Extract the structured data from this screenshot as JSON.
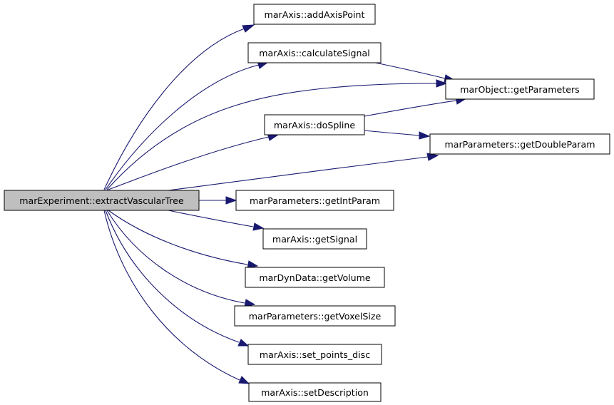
{
  "colors": {
    "edge": "#191970",
    "root_fill": "#bfbfbf",
    "node_fill": "#ffffff",
    "border": "#000000"
  },
  "nodes": {
    "root": "marExperiment::extractVascularTree",
    "addAxisPoint": "marAxis::addAxisPoint",
    "calculateSignal": "marAxis::calculateSignal",
    "getParameters": "marObject::getParameters",
    "doSpline": "marAxis::doSpline",
    "getDoubleParam": "marParameters::getDoubleParam",
    "getIntParam": "marParameters::getIntParam",
    "getSignal": "marAxis::getSignal",
    "getVolume": "marDynData::getVolume",
    "getVoxelSize": "marParameters::getVoxelSize",
    "set_points_disc": "marAxis::set_points_disc",
    "setDescription": "marAxis::setDescription"
  }
}
